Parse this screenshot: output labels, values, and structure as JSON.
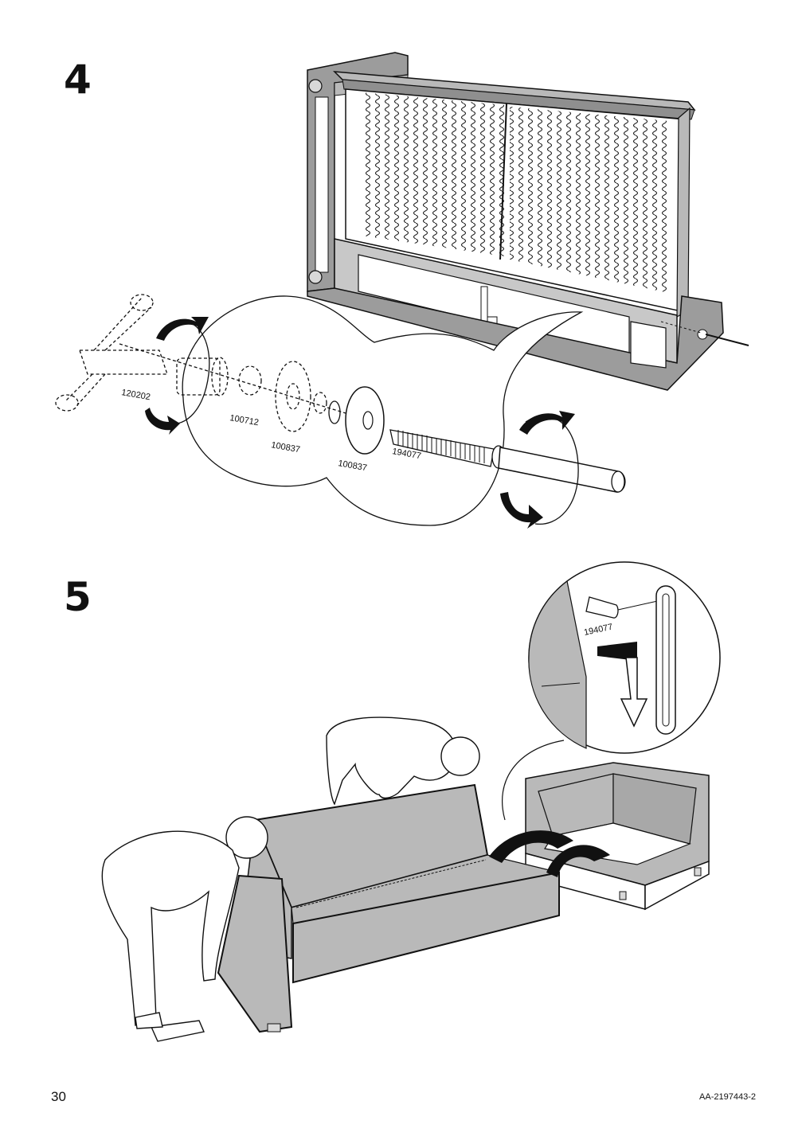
{
  "steps": [
    {
      "number": "4"
    },
    {
      "number": "5"
    }
  ],
  "step4_parts": {
    "tool": "120202",
    "nut": "100712",
    "washer_dashed": "100837",
    "washer_solid": "100837",
    "bolt": "194077"
  },
  "step5_parts": {
    "bolt": "194077"
  },
  "footer": {
    "page_number": "30",
    "doc_id": "AA-2197443-2"
  },
  "colors": {
    "line": "#111111",
    "fabric_gray": "#b9b9b9",
    "frame_gray": "#9c9c9c",
    "light_gray": "#d8d8d8",
    "arrow_black": "#111111"
  }
}
